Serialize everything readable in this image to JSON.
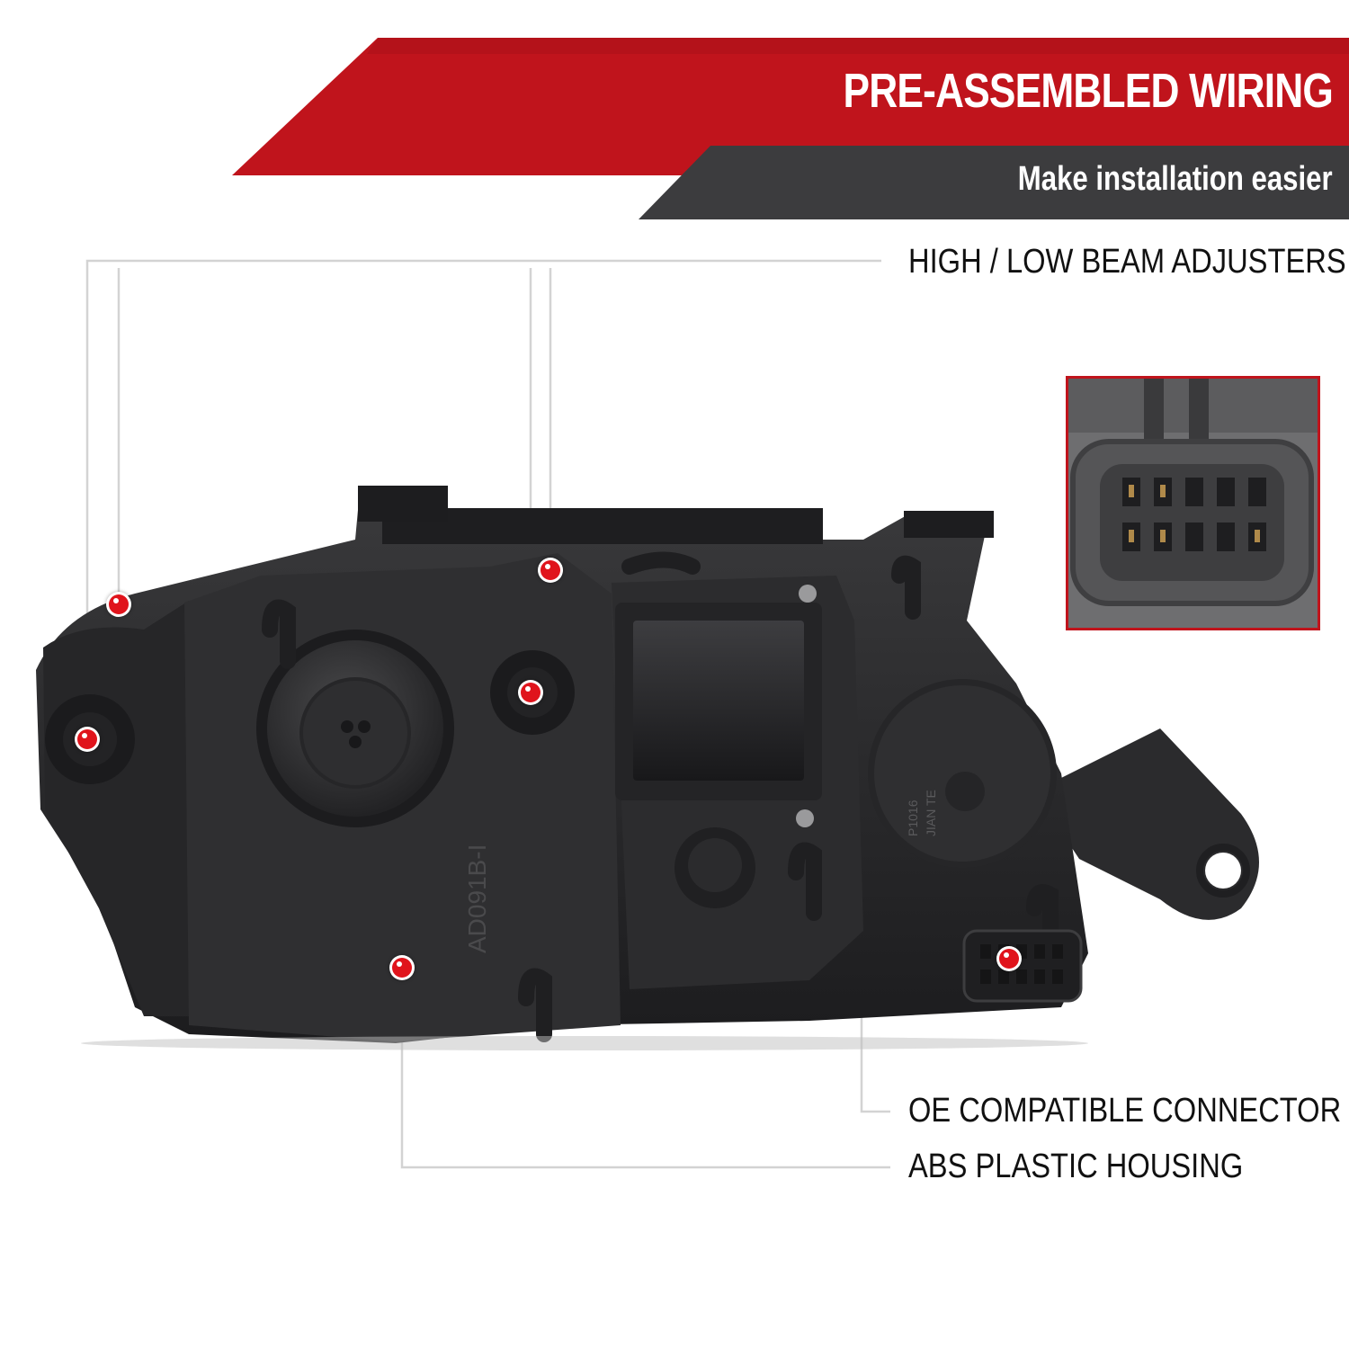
{
  "banner": {
    "title": "PRE-ASSEMBLED WIRING",
    "subtitle": "Make installation easier",
    "colors": {
      "red": "#c0141c",
      "dark": "#3c3c3e"
    }
  },
  "callouts": {
    "beam_adjusters": "HIGH / LOW BEAM ADJUSTERS",
    "connector": "OE COMPATIBLE CONNECTOR",
    "housing": "ABS PLASTIC HOUSING"
  },
  "product": {
    "name": "headlight-housing-rear",
    "molded_text": [
      "P1016",
      "JIAN TE",
      "AD091B-I"
    ]
  },
  "inset": {
    "subject": "connector-closeup",
    "border_color": "#c0141c"
  }
}
